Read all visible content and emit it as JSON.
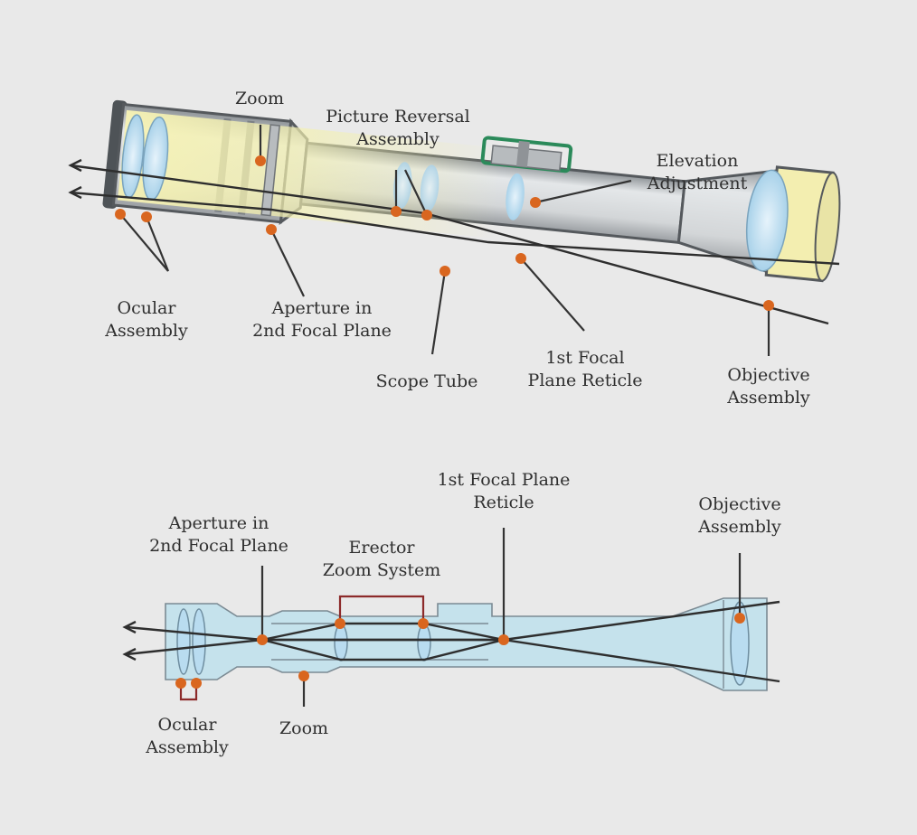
{
  "colors": {
    "background": "#e9e9e9",
    "dot": "#d9661f",
    "tube_light": "#d9dcde",
    "tube_dark": "#5a5e62",
    "glow": "#f4f1b5",
    "bottom_fill": "#c5e2ec",
    "turret": "#2b8a5a",
    "bracket": "#8c2a2a"
  },
  "top_diagram": {
    "labels": {
      "zoom": "Zoom",
      "picture_reversal_1": "Picture Reversal",
      "picture_reversal_2": "Assembly",
      "elevation_1": "Elevation",
      "elevation_2": "Adjustment",
      "ocular_1": "Ocular",
      "ocular_2": "Assembly",
      "aperture_1": "Aperture in",
      "aperture_2": "2nd Focal Plane",
      "scope_tube": "Scope Tube",
      "first_focal_1": "1st Focal",
      "first_focal_2": "Plane Reticle",
      "objective_1": "Objective",
      "objective_2": "Assembly"
    }
  },
  "bottom_diagram": {
    "labels": {
      "first_focal_1": "1st Focal Plane",
      "first_focal_2": "Reticle",
      "objective_1": "Objective",
      "objective_2": "Assembly",
      "aperture_1": "Aperture in",
      "aperture_2": "2nd Focal Plane",
      "erector_1": "Erector",
      "erector_2": "Zoom System",
      "ocular_1": "Ocular",
      "ocular_2": "Assembly",
      "zoom": "Zoom"
    }
  }
}
